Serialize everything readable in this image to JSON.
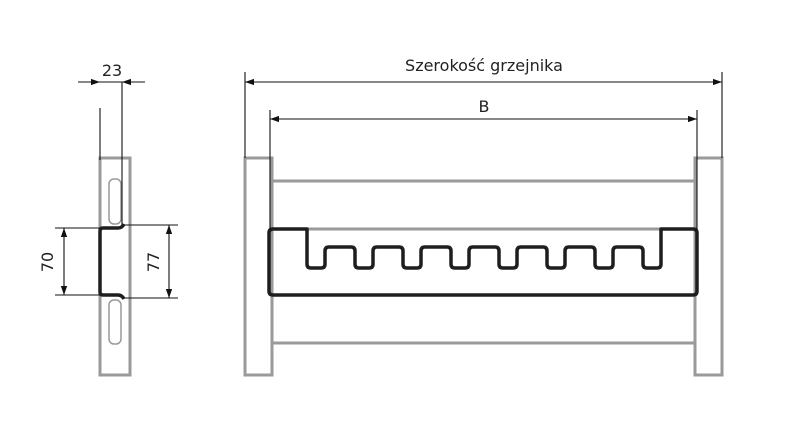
{
  "side_view": {
    "dim_depth": "23",
    "dim_inner": "70",
    "dim_outer": "77"
  },
  "front_view": {
    "dim_total_width": "Szerokość grzejnika",
    "dim_b": "B",
    "teeth_count": 8
  },
  "colors": {
    "frame": "#9a9a9a",
    "bracket": "#1e1e1e"
  }
}
